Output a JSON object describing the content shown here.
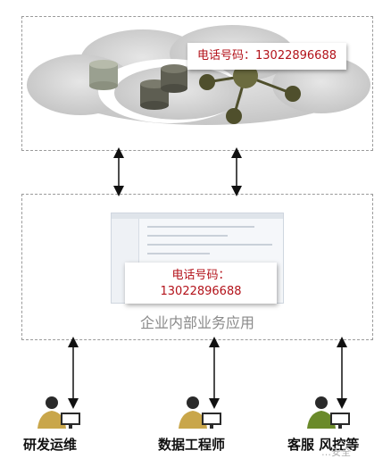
{
  "top_section": {
    "phone_label": "电话号码：",
    "phone_number": "13022896688"
  },
  "middle_section": {
    "phone_label": "电话号码：",
    "phone_number": "13022896688",
    "caption": "企业内部业务应用"
  },
  "people": [
    {
      "label": "研发运维",
      "shirt_color": "#c9a64a"
    },
    {
      "label": "数据工程师",
      "shirt_color": "#c9a64a"
    },
    {
      "label": "客服 风控等",
      "shirt_color": "#6a8a2a"
    }
  ],
  "watermark": "…安全",
  "colors": {
    "cloud": "#d4d4d4",
    "database_dark": "#5a5a4a",
    "node": "#4f4f2c",
    "phone_text": "#b3121a"
  }
}
